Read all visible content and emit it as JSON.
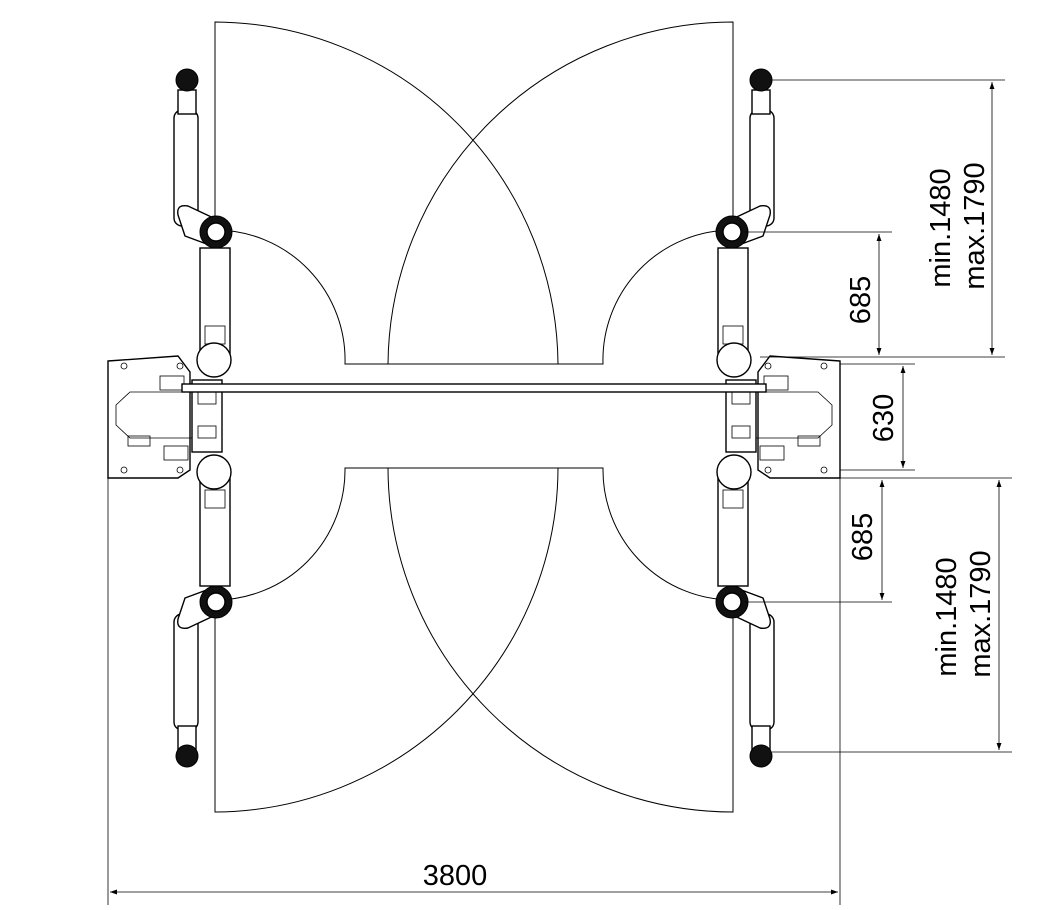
{
  "drawing": {
    "width_label": "3800",
    "upper_min_label": "min.1480",
    "upper_max_label": "max.1790",
    "upper_short_label": "685",
    "column_gap_label": "630",
    "lower_short_label": "685",
    "lower_min_label": "min.1480",
    "lower_max_label": "max.1790"
  }
}
